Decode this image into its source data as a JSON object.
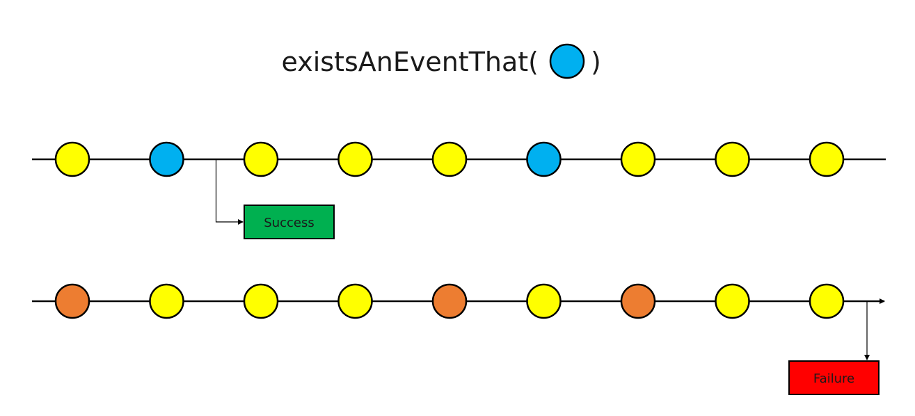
{
  "title": {
    "prefix": "existsAnEventThat(",
    "suffix": ")",
    "icon": "blue-event-circle"
  },
  "colors": {
    "yellow": "#FFFF00",
    "blue": "#00B0F0",
    "orange": "#ED7D31",
    "success": "#00B050",
    "failure": "#FF0000",
    "line": "#000000"
  },
  "timelines": [
    {
      "events": [
        "yellow",
        "blue",
        "yellow",
        "yellow",
        "yellow",
        "blue",
        "yellow",
        "yellow",
        "yellow"
      ],
      "result": {
        "label": "Success",
        "color": "success",
        "after_event": 1
      }
    },
    {
      "events": [
        "orange",
        "yellow",
        "yellow",
        "yellow",
        "orange",
        "yellow",
        "orange",
        "yellow",
        "yellow"
      ],
      "result": {
        "label": "Failure",
        "color": "failure",
        "after_event": 8
      }
    }
  ]
}
